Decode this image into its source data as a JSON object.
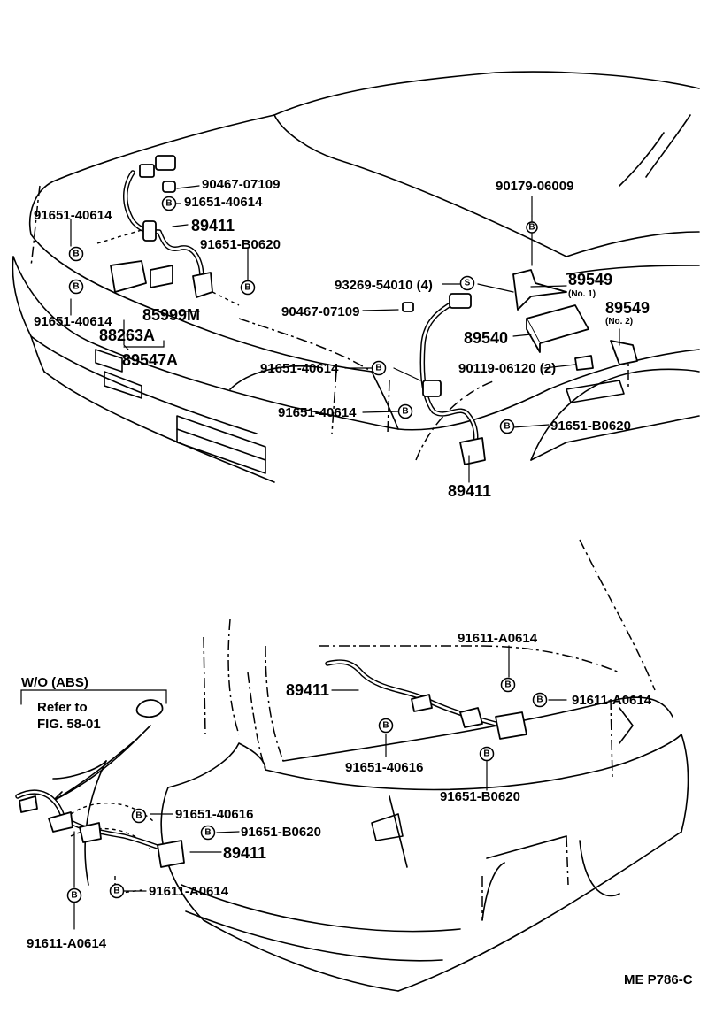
{
  "callouts": [
    {
      "id": "c1",
      "text": "90467-07109"
    },
    {
      "id": "c2",
      "text": "91651-40614"
    },
    {
      "id": "c3",
      "text": "91651-40614"
    },
    {
      "id": "c4",
      "text": "89411"
    },
    {
      "id": "c5",
      "text": "91651-B0620"
    },
    {
      "id": "c6",
      "text": "91651-40614"
    },
    {
      "id": "c7",
      "text": "85999M"
    },
    {
      "id": "c8",
      "text": "88263A"
    },
    {
      "id": "c9",
      "text": "89547A"
    },
    {
      "id": "c10",
      "text": "90179-06009"
    },
    {
      "id": "c11",
      "text": "93269-54010 (4)"
    },
    {
      "id": "c12",
      "text": "89549"
    },
    {
      "id": "c13",
      "text": "(No. 1)"
    },
    {
      "id": "c14",
      "text": "90467-07109"
    },
    {
      "id": "c15",
      "text": "89549"
    },
    {
      "id": "c16",
      "text": "(No. 2)"
    },
    {
      "id": "c17",
      "text": "89540"
    },
    {
      "id": "c18",
      "text": "91651-40614"
    },
    {
      "id": "c19",
      "text": "90119-06120 (2)"
    },
    {
      "id": "c20",
      "text": "91651-40614"
    },
    {
      "id": "c21",
      "text": "91651-B0620"
    },
    {
      "id": "c22",
      "text": "89411"
    },
    {
      "id": "c23",
      "text": "91611-A0614"
    },
    {
      "id": "c24",
      "text": "89411"
    },
    {
      "id": "c25",
      "text": "91611-A0614"
    },
    {
      "id": "c26",
      "text": "91651-40616"
    },
    {
      "id": "c27",
      "text": "91651-B0620"
    },
    {
      "id": "c28",
      "text": "W/O (ABS)"
    },
    {
      "id": "c29",
      "text": "Refer to"
    },
    {
      "id": "c30",
      "text": "FIG. 58-01"
    },
    {
      "id": "c31",
      "text": "91651-40616"
    },
    {
      "id": "c32",
      "text": "91651-B0620"
    },
    {
      "id": "c33",
      "text": "89411"
    },
    {
      "id": "c34",
      "text": "91611-A0614"
    },
    {
      "id": "c35",
      "text": "91611-A0614"
    }
  ],
  "badges": {
    "bolt": "B",
    "screw": "S"
  },
  "footer": {
    "code": "ME P786-C"
  }
}
